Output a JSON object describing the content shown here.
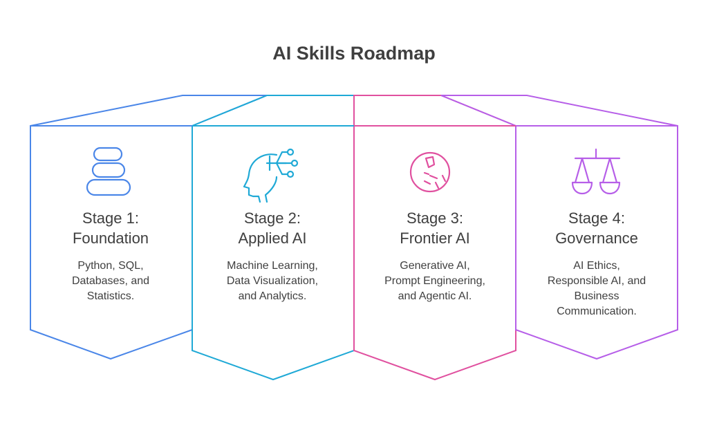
{
  "title": "AI Skills Roadmap",
  "stages": [
    {
      "title_line1": "Stage 1:",
      "title_line2": "Foundation",
      "desc": [
        "Python, SQL,",
        "Databases, and",
        "Statistics."
      ],
      "color": "#4a86e8",
      "icon": "stacked-stones-icon"
    },
    {
      "title_line1": "Stage 2:",
      "title_line2": "Applied AI",
      "desc": [
        "Machine Learning,",
        "Data Visualization,",
        "and Analytics."
      ],
      "color": "#1fa9d6",
      "icon": "ai-head-circuit-icon"
    },
    {
      "title_line1": "Stage 3:",
      "title_line2": "Frontier AI",
      "desc": [
        "Generative AI,",
        "Prompt Engineering,",
        "and Agentic AI."
      ],
      "color": "#e0509f",
      "icon": "breaking-shield-icon"
    },
    {
      "title_line1": "Stage 4:",
      "title_line2": "Governance",
      "desc": [
        "AI Ethics,",
        "Responsible AI, and",
        "Business",
        "Communication."
      ],
      "color": "#b65ee8",
      "icon": "balance-scale-icon"
    }
  ]
}
